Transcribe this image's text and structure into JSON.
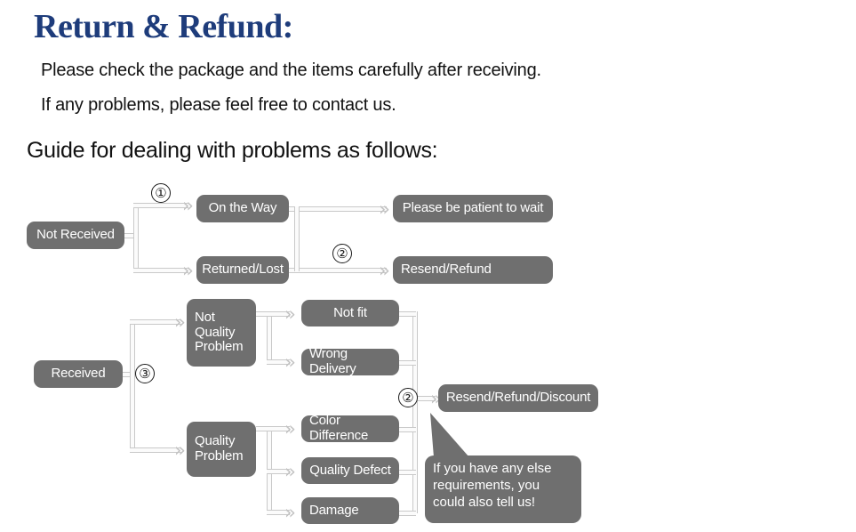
{
  "header": {
    "title": "Return & Refund:",
    "title_color": "#1e3c7b",
    "intro_line_1": "Please check the package and the items carefully after receiving.",
    "intro_line_2": "If any problems, please feel free to contact us.",
    "guide_heading": "Guide for dealing with problems as follows:"
  },
  "theme": {
    "node_fill": "#6f6f6f",
    "node_text": "#ffffff",
    "connector": "#c9c9c9",
    "arrow": "#c2c2c2",
    "page_background": "#ffffff"
  },
  "flowchart_top": {
    "root": "Not Received",
    "branches": [
      {
        "label": "On the Way",
        "outcome": "Please be patient to wait"
      },
      {
        "label": "Returned/Lost",
        "outcome": "Resend/Refund"
      }
    ],
    "step_markers": [
      "①",
      "②"
    ]
  },
  "flowchart_bottom": {
    "root": "Received",
    "step_marker_root": "③",
    "step_marker_outcome": "②",
    "categories": [
      {
        "label": "Not\nQuality\nProblem",
        "reasons": [
          "Not fit",
          "Wrong Delivery"
        ]
      },
      {
        "label": "Quality\nProblem",
        "reasons": [
          "Color Difference",
          "Quality Defect",
          "Damage"
        ]
      }
    ],
    "outcome": "Resend/Refund/Discount",
    "callout": "If you have any else requirements, you could also tell us!"
  },
  "icons": {
    "arrow_glyph": "»"
  }
}
